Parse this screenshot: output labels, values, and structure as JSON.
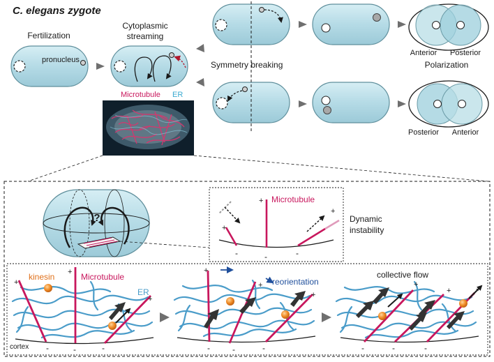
{
  "title": "C. elegans zygote",
  "stages": {
    "fertilization": "Fertilization",
    "pronucleus": "pronucleus",
    "cytoplasmic_line1": "Cytoplasmic",
    "cytoplasmic_line2": "streaming",
    "symmetry_breaking": "Symmetry breaking",
    "polarization": "Polarization"
  },
  "polarity_labels": {
    "top_anterior": "Anterior",
    "top_posterior": "Posterior",
    "bottom_posterior": "Posterior",
    "bottom_anterior": "Anterior"
  },
  "micrograph_labels": {
    "microtubule": "Microtubule",
    "er": "ER"
  },
  "inset": {
    "question": "?",
    "microtubule": "Microtubule",
    "dynamic_line1": "Dynamic",
    "dynamic_line2": "instability"
  },
  "bottom": {
    "kinesin": "kinesin",
    "microtubule": "Microtubule",
    "er": "ER",
    "cortex": "cortex",
    "reorientation": "reorientation",
    "collective_flow": "collective flow"
  },
  "signs": {
    "plus": "+",
    "minus": "-"
  },
  "colors": {
    "cell_fill": "#b9dfe8",
    "cell_stroke": "#5f8f9c",
    "microtubule": "#c8175d",
    "er": "#4a9cc9",
    "kinesin": "#f08a24",
    "reorientation": "#1f4f9c",
    "arrow_gray": "#707070"
  }
}
